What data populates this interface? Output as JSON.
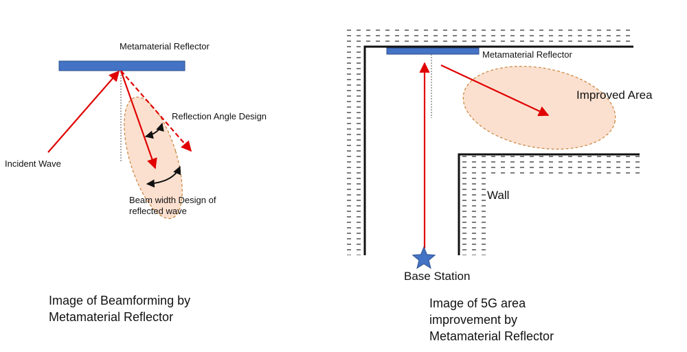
{
  "left_panel": {
    "reflector_label": "Metamaterial Reflector",
    "reflection_angle_label": "Reflection Angle Design",
    "incident_wave_label": "Incident Wave",
    "beam_width_label_line1": "Beam width Design of",
    "beam_width_label_line2": "reflected wave",
    "caption_line1": "Image of Beamforming by",
    "caption_line2": "Metamaterial Reflector"
  },
  "right_panel": {
    "reflector_label": "Metamaterial Reflector",
    "improved_area_label": "Improved Area",
    "wall_label": "Wall",
    "base_station_label": "Base Station",
    "caption_line1": "Image of 5G area",
    "caption_line2": "improvement by",
    "caption_line3": "Metamaterial Reflector"
  },
  "colors": {
    "reflector": "#4472c4",
    "wave": "#e00000",
    "beam_fill": "#fbe0cf",
    "beam_outline": "#c8823a",
    "base_station": "#4472c4",
    "wall_line": "#111111"
  },
  "icons": {
    "base_station": "star-icon"
  }
}
